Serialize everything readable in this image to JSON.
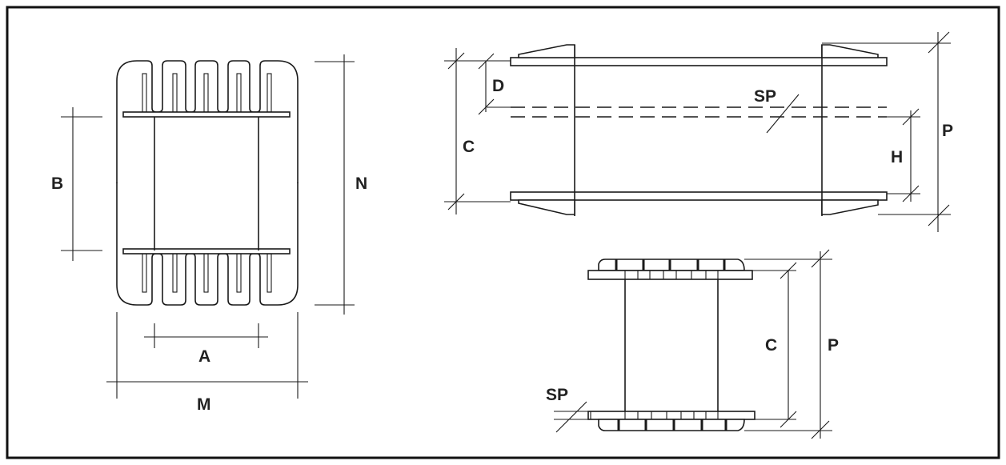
{
  "labels": {
    "front_view": {
      "A": "A",
      "B": "B",
      "M": "M",
      "N": "N"
    },
    "side_view": {
      "C": "C",
      "D": "D",
      "SP": "SP",
      "H": "H",
      "P": "P"
    },
    "end_view": {
      "C": "C",
      "P": "P",
      "SP": "SP"
    }
  },
  "colors": {
    "line": "#1a1a1a",
    "frame": "#111111",
    "background": "#ffffff"
  }
}
